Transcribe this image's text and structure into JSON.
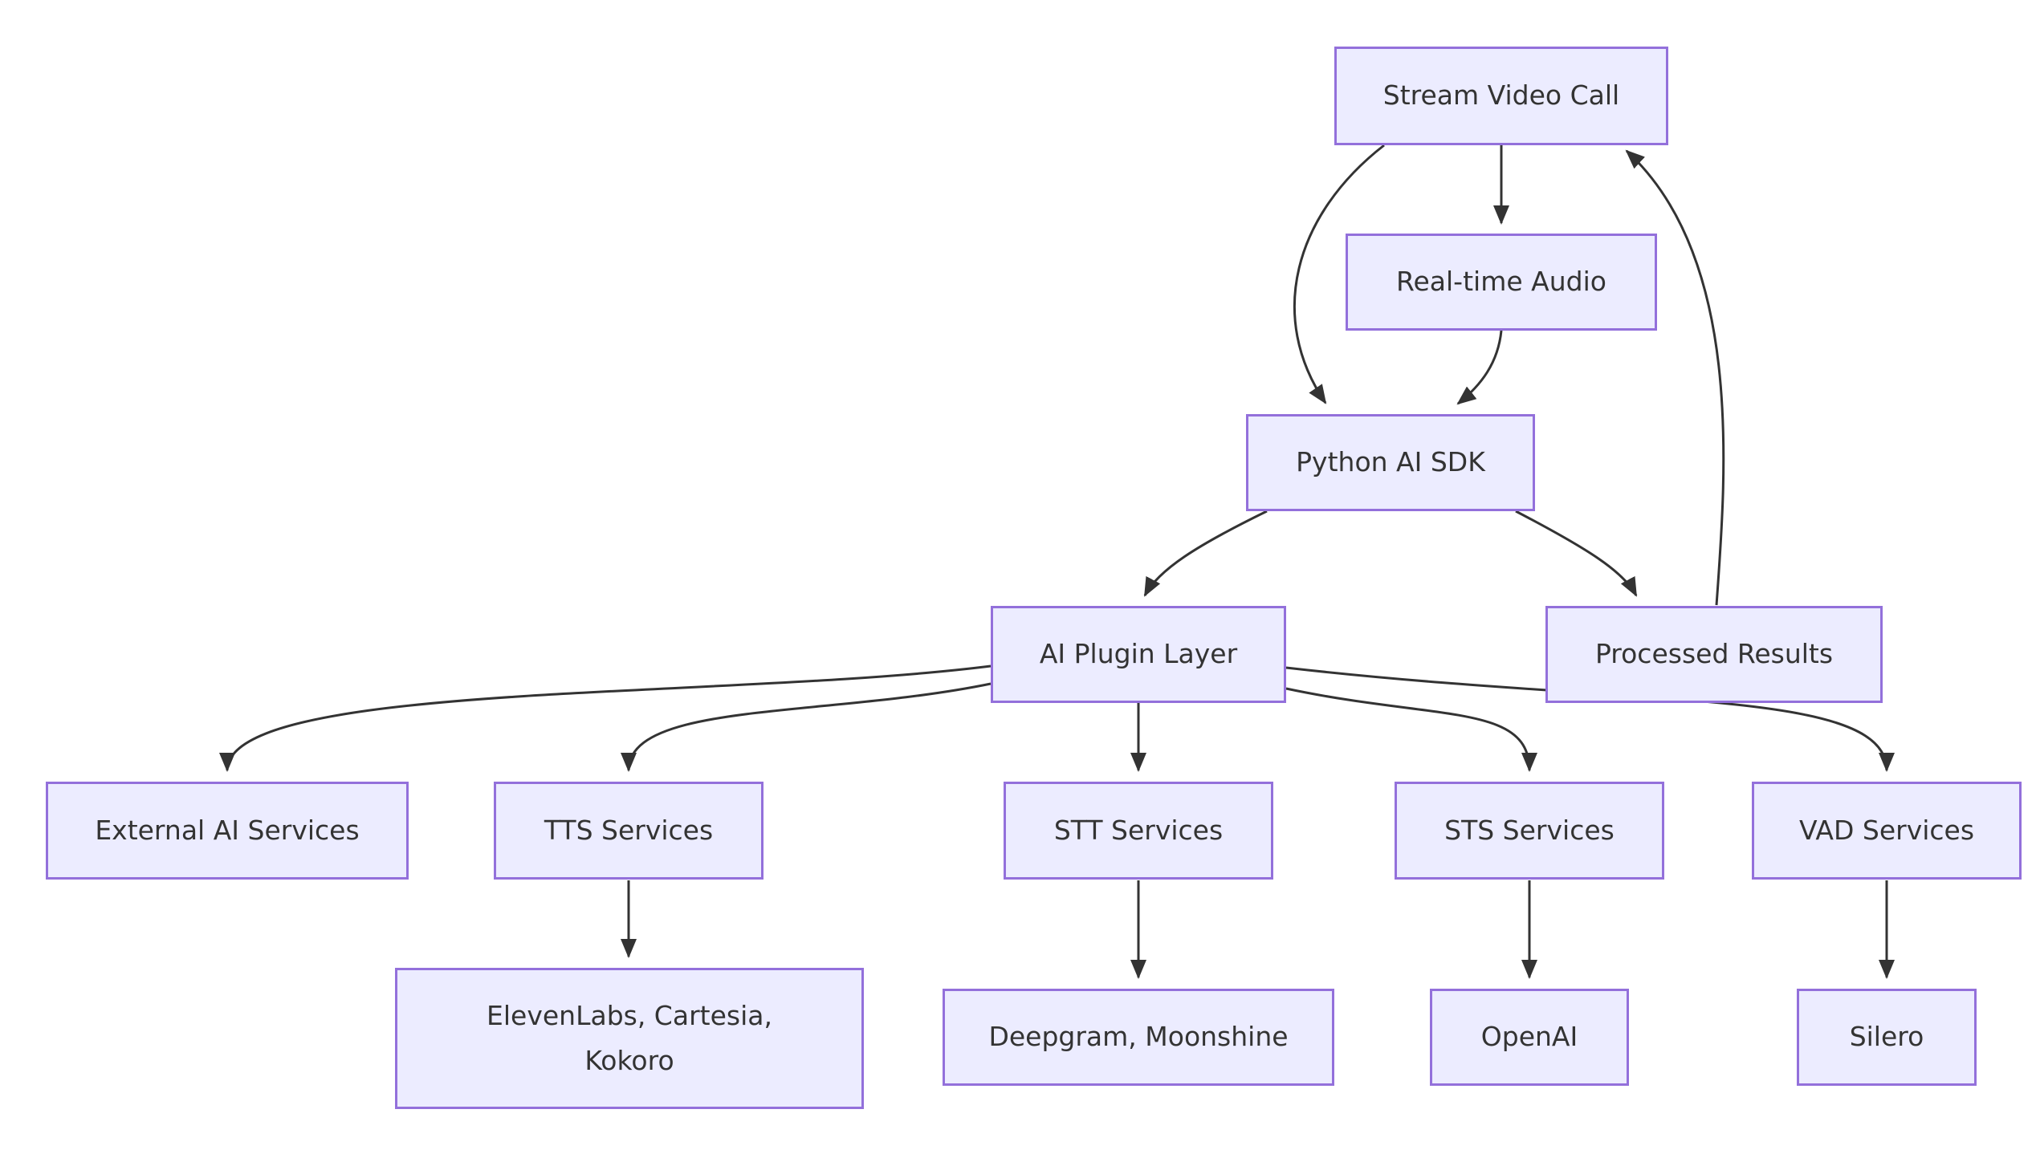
{
  "diagram": {
    "type": "flowchart",
    "direction": "top-down",
    "theme": {
      "node_fill": "#ECECFF",
      "node_border": "#9370DB",
      "edge_color": "#333333",
      "text_color": "#333333",
      "background": "#FFFFFF"
    },
    "nodes": {
      "stream_video_call": {
        "label": "Stream Video Call"
      },
      "realtime_audio": {
        "label": "Real-time Audio"
      },
      "python_ai_sdk": {
        "label": "Python AI SDK"
      },
      "ai_plugin_layer": {
        "label": "AI Plugin Layer"
      },
      "processed_results": {
        "label": "Processed Results"
      },
      "external_ai_services": {
        "label": "External AI Services"
      },
      "tts_services": {
        "label": "TTS Services"
      },
      "stt_services": {
        "label": "STT Services"
      },
      "sts_services": {
        "label": "STS Services"
      },
      "vad_services": {
        "label": "VAD Services"
      },
      "tts_providers": {
        "label": "ElevenLabs, Cartesia,\nKokoro"
      },
      "stt_providers": {
        "label": "Deepgram, Moonshine"
      },
      "sts_providers": {
        "label": "OpenAI"
      },
      "vad_providers": {
        "label": "Silero"
      }
    },
    "edges": [
      {
        "from": "stream_video_call",
        "to": "realtime_audio"
      },
      {
        "from": "stream_video_call",
        "to": "python_ai_sdk"
      },
      {
        "from": "realtime_audio",
        "to": "python_ai_sdk"
      },
      {
        "from": "python_ai_sdk",
        "to": "ai_plugin_layer"
      },
      {
        "from": "python_ai_sdk",
        "to": "processed_results"
      },
      {
        "from": "processed_results",
        "to": "stream_video_call"
      },
      {
        "from": "ai_plugin_layer",
        "to": "external_ai_services"
      },
      {
        "from": "ai_plugin_layer",
        "to": "tts_services"
      },
      {
        "from": "ai_plugin_layer",
        "to": "stt_services"
      },
      {
        "from": "ai_plugin_layer",
        "to": "sts_services"
      },
      {
        "from": "ai_plugin_layer",
        "to": "vad_services"
      },
      {
        "from": "tts_services",
        "to": "tts_providers"
      },
      {
        "from": "stt_services",
        "to": "stt_providers"
      },
      {
        "from": "sts_services",
        "to": "sts_providers"
      },
      {
        "from": "vad_services",
        "to": "vad_providers"
      }
    ]
  }
}
